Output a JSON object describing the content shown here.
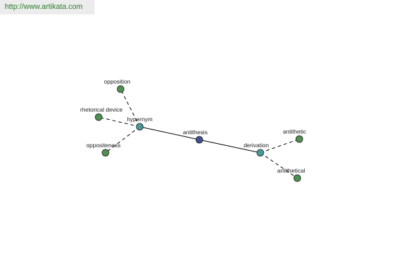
{
  "banner": {
    "url": "http://www.artikata.com"
  },
  "colors": {
    "center": "#3f4f8f",
    "relation": "#4a9a9a",
    "leaf": "#4f8f4f"
  },
  "graph": {
    "nodes": [
      {
        "id": "antithesis",
        "label": "antithesis",
        "kind": "center"
      },
      {
        "id": "hypernym",
        "label": "hypernym",
        "kind": "relation"
      },
      {
        "id": "derivation",
        "label": "derivation",
        "kind": "relation"
      },
      {
        "id": "opposition",
        "label": "opposition",
        "kind": "leaf"
      },
      {
        "id": "rhetorical-device",
        "label": "rhetorical device",
        "kind": "leaf"
      },
      {
        "id": "oppositeness",
        "label": "oppositeness",
        "kind": "leaf"
      },
      {
        "id": "antithetic",
        "label": "antithetic",
        "kind": "leaf"
      },
      {
        "id": "antithetical",
        "label": "antithetical",
        "kind": "leaf"
      }
    ],
    "edges": [
      {
        "from": "antithesis",
        "to": "hypernym",
        "style": "solid"
      },
      {
        "from": "antithesis",
        "to": "derivation",
        "style": "solid"
      },
      {
        "from": "hypernym",
        "to": "opposition",
        "style": "dashed"
      },
      {
        "from": "hypernym",
        "to": "rhetorical-device",
        "style": "dashed"
      },
      {
        "from": "hypernym",
        "to": "oppositeness",
        "style": "dashed"
      },
      {
        "from": "derivation",
        "to": "antithetic",
        "style": "dashed"
      },
      {
        "from": "derivation",
        "to": "antithetical",
        "style": "dashed"
      }
    ]
  }
}
